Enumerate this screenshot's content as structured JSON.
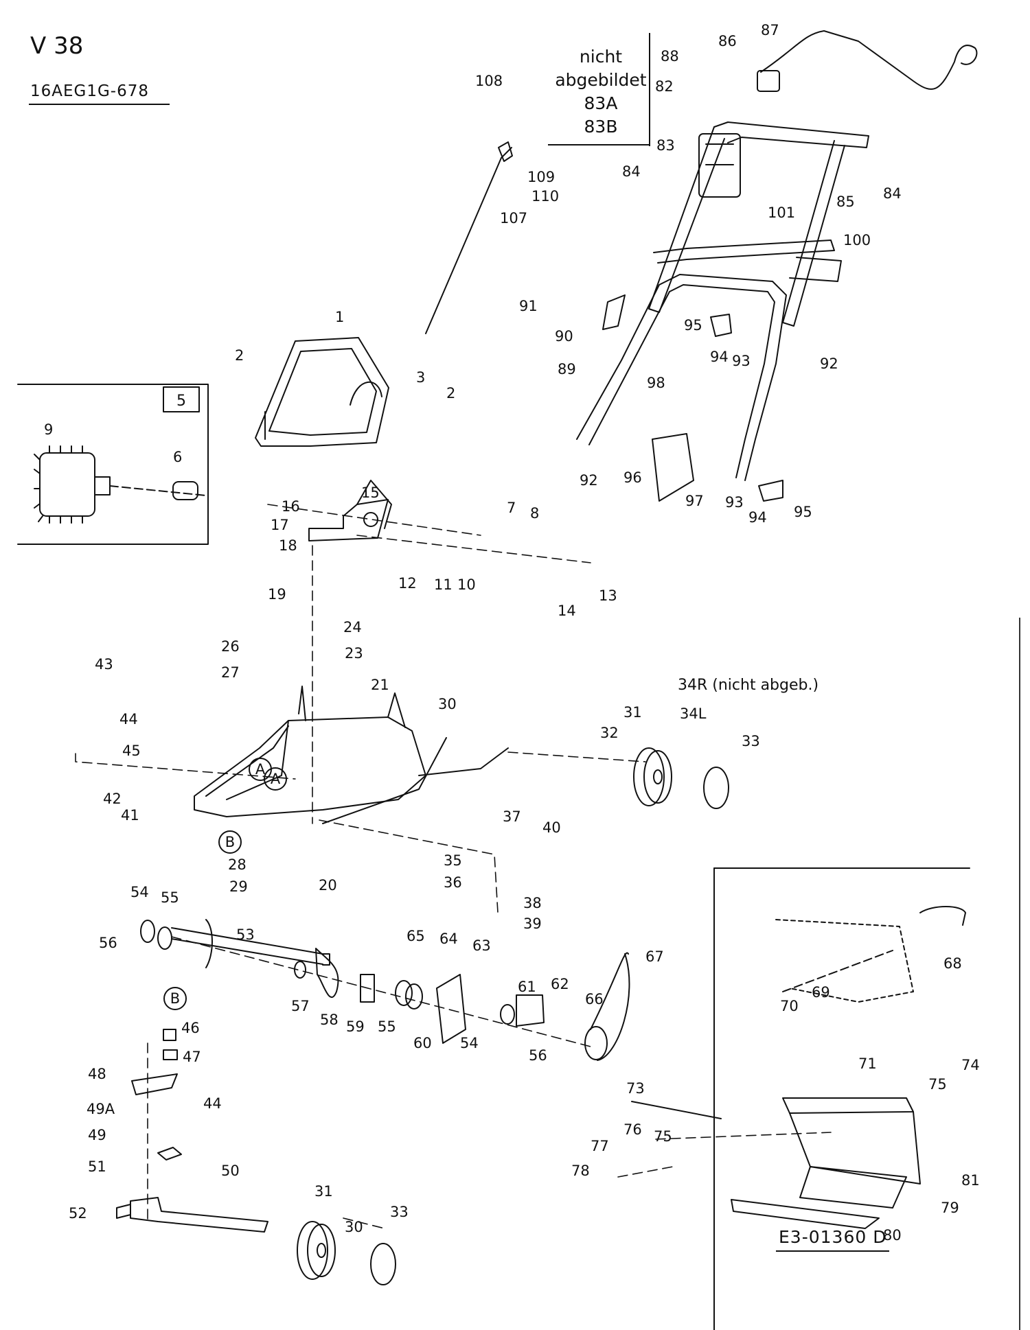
{
  "header": {
    "model": "V 38",
    "part_code": "16AEG1G-678"
  },
  "note": {
    "line1": "nicht",
    "line2": "abgebildet",
    "item1": "83A",
    "item2": "83B"
  },
  "side_note": "34R (nicht abgeb.)",
  "inset_box_label": "5",
  "drawing_ref": "E3-01360 D",
  "part_labels": [
    "1",
    "2",
    "3",
    "2",
    "5",
    "9",
    "6",
    "15",
    "16",
    "17",
    "18",
    "19",
    "7",
    "8",
    "12",
    "11",
    "10",
    "13",
    "14",
    "24",
    "23",
    "26",
    "27",
    "21",
    "30",
    "43",
    "44",
    "45",
    "42",
    "41",
    "A",
    "B",
    "28",
    "29",
    "20",
    "31",
    "32",
    "34L",
    "33",
    "37",
    "40",
    "35",
    "36",
    "38",
    "39",
    "54",
    "55",
    "56",
    "53",
    "65",
    "64",
    "63",
    "67",
    "57",
    "58",
    "59",
    "55",
    "60",
    "54",
    "61",
    "62",
    "66",
    "56",
    "B",
    "46",
    "47",
    "48",
    "44",
    "49A",
    "49",
    "50",
    "51",
    "52",
    "31",
    "30",
    "33",
    "108",
    "109",
    "110",
    "107",
    "86",
    "87",
    "88",
    "82",
    "83",
    "84",
    "85",
    "84",
    "101",
    "100",
    "91",
    "90",
    "95",
    "94",
    "93",
    "92",
    "89",
    "98",
    "92",
    "96",
    "97",
    "93",
    "94",
    "95",
    "68",
    "69",
    "70",
    "71",
    "73",
    "75",
    "74",
    "76",
    "75",
    "77",
    "78",
    "81",
    "79",
    "80",
    "A"
  ]
}
